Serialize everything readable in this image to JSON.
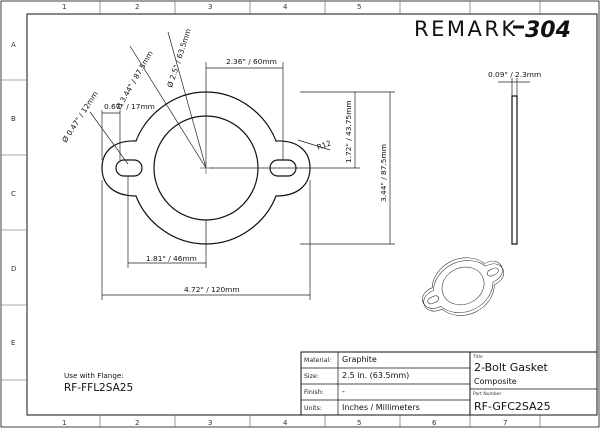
{
  "brand": {
    "prefix": "REMARK",
    "suffix": "304"
  },
  "frame": {
    "columns": [
      "1",
      "2",
      "3",
      "4",
      "5",
      "6",
      "7"
    ],
    "rows": [
      "A",
      "B",
      "C",
      "D",
      "E"
    ]
  },
  "dimensions": {
    "bolt_spacing_half": "2.36\" / 60mm",
    "ear_width": "0.67\" / 17mm",
    "slot_diameter": "Ø 0.47\" / 12mm",
    "outer_diameter": "Ø 3.44\" / 87.5mm",
    "bore_diameter": "Ø 2.5\" / 63.5mm",
    "radius": "R12",
    "half_height": "1.72\" / 43.75mm",
    "overall_height": "3.44\" / 87.5mm",
    "center_to_slot": "1.81\" / 46mm",
    "overall_width": "4.72\" / 120mm",
    "thickness": "0.09\" / 2.3mm"
  },
  "flange_note": {
    "label": "Use with Flange:",
    "part": "RF-FFL2SA25"
  },
  "title_block": {
    "material_label": "Material:",
    "material_value": "Graphite",
    "size_label": "Size:",
    "size_value": "2.5 in. (63.5mm)",
    "finish_label": "Finish:",
    "finish_value": "-",
    "units_label": "Units:",
    "units_value": "Inches / Millimeters",
    "title_label": "Title",
    "title_line1": "2-Bolt Gasket",
    "title_line2": "Composite",
    "part_label": "Part Number",
    "part_number": "RF-GFC2SA25"
  }
}
